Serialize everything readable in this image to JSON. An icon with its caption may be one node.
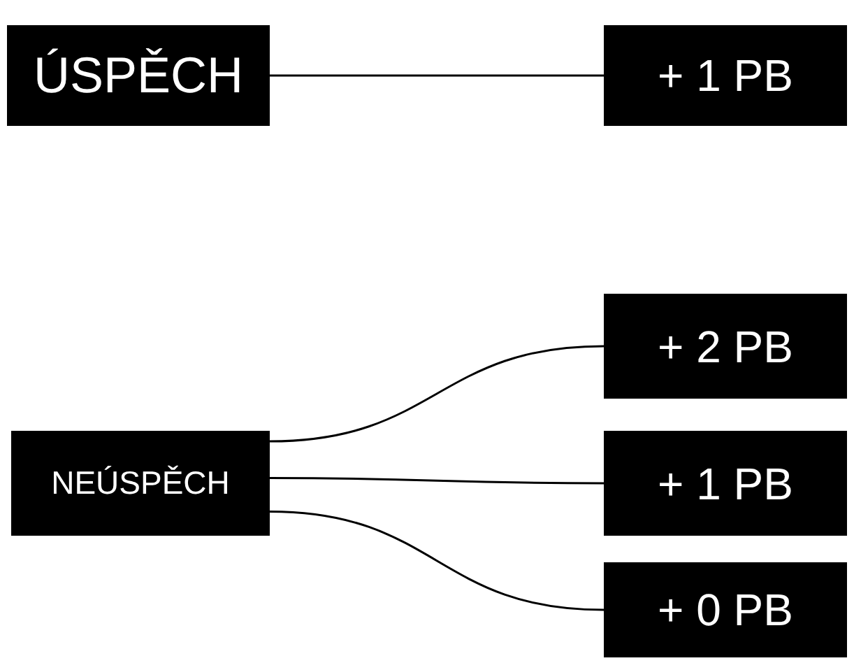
{
  "diagram": {
    "nodes": [
      {
        "text": [
          "ÚSPĚCH"
        ]
      },
      {
        "text": [
          "+ 1 PB"
        ]
      },
      {
        "text": [
          "NEÚSPĚCH"
        ]
      },
      {
        "text": [
          "+ 2 PB"
        ]
      },
      {
        "text": [
          "+ 1 PB"
        ]
      },
      {
        "text": [
          "+ 0 PB"
        ]
      }
    ],
    "edges": [
      {
        "from": 0,
        "to": 1,
        "arrow": "none"
      },
      {
        "from": 2,
        "to": 3,
        "arrow": "none"
      },
      {
        "from": 2,
        "to": 4,
        "arrow": "none"
      },
      {
        "from": 2,
        "to": 5,
        "arrow": "none"
      }
    ]
  }
}
